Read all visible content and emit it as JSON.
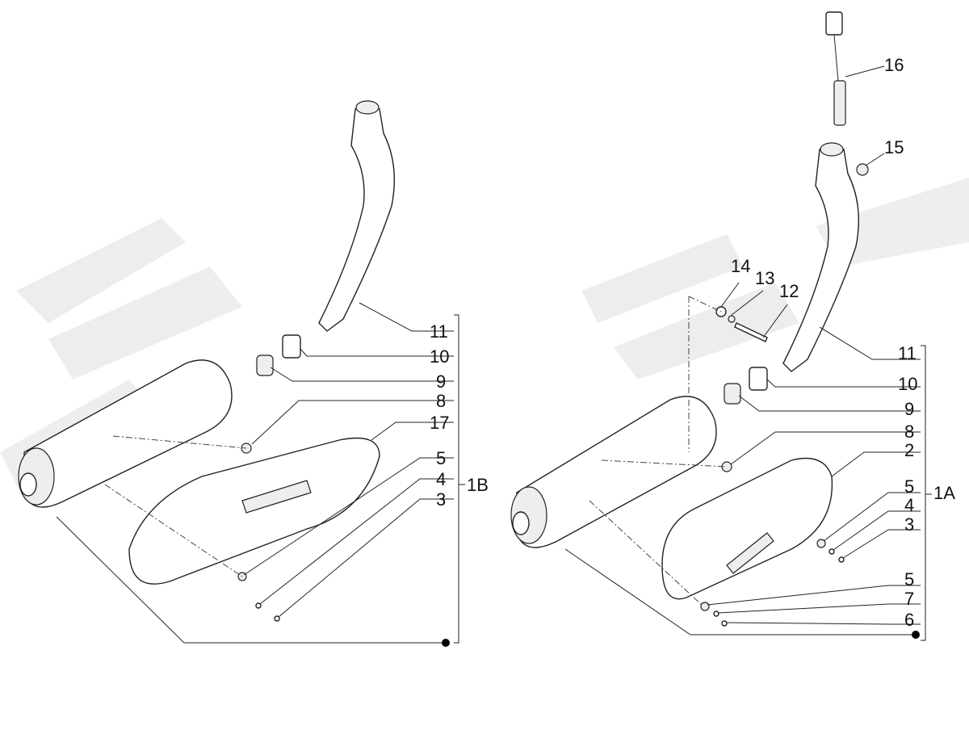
{
  "diagram": {
    "left_assembly": {
      "group_label": "1B",
      "callouts": [
        "11",
        "10",
        "9",
        "8",
        "17",
        "5",
        "4",
        "3"
      ]
    },
    "right_assembly": {
      "group_label": "1A",
      "callouts_top": [
        "16",
        "15",
        "14",
        "13",
        "12"
      ],
      "callouts": [
        "11",
        "10",
        "9",
        "8",
        "2",
        "5",
        "4",
        "3",
        "5",
        "7",
        "6"
      ]
    }
  }
}
